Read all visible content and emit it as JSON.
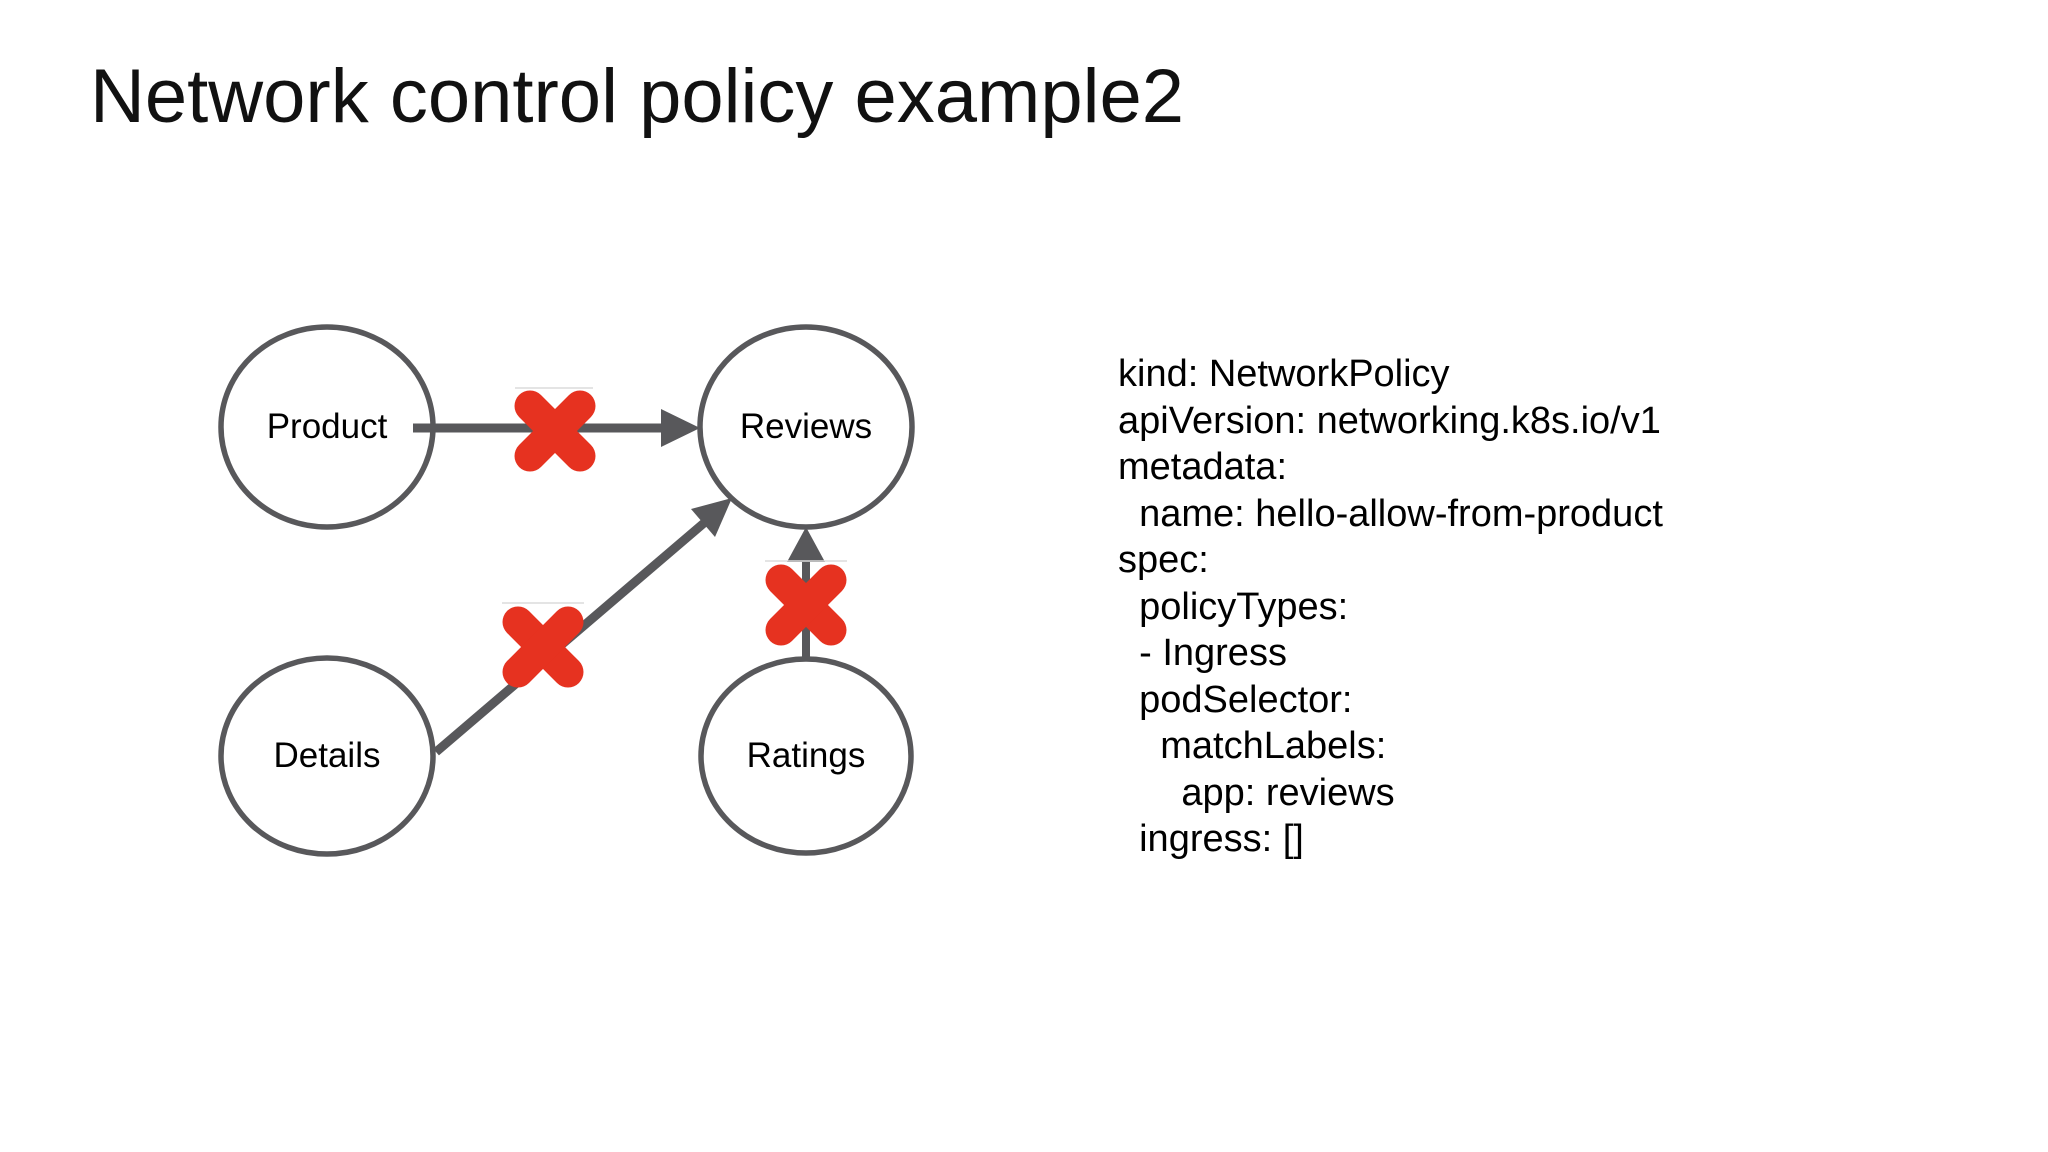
{
  "slide": {
    "title": "Network control policy example2",
    "background_color": "#ffffff"
  },
  "diagram": {
    "colors": {
      "node_stroke": "#58585b",
      "arrow": "#58585b",
      "blocked_x": "#e63220"
    },
    "nodes": [
      {
        "label": "Product"
      },
      {
        "label": "Reviews"
      },
      {
        "label": "Details"
      },
      {
        "label": "Ratings"
      }
    ],
    "edges": [
      {
        "from": "Product",
        "to": "Reviews",
        "status": "blocked"
      },
      {
        "from": "Details",
        "to": "Reviews",
        "status": "blocked"
      },
      {
        "from": "Ratings",
        "to": "Reviews",
        "status": "blocked"
      }
    ]
  },
  "yaml": {
    "lines": [
      "kind: NetworkPolicy",
      "apiVersion: networking.k8s.io/v1",
      "metadata:",
      "  name: hello-allow-from-product",
      "spec:",
      "  policyTypes:",
      "  - Ingress",
      "  podSelector:",
      "    matchLabels:",
      "      app: reviews",
      "  ingress: []"
    ]
  }
}
